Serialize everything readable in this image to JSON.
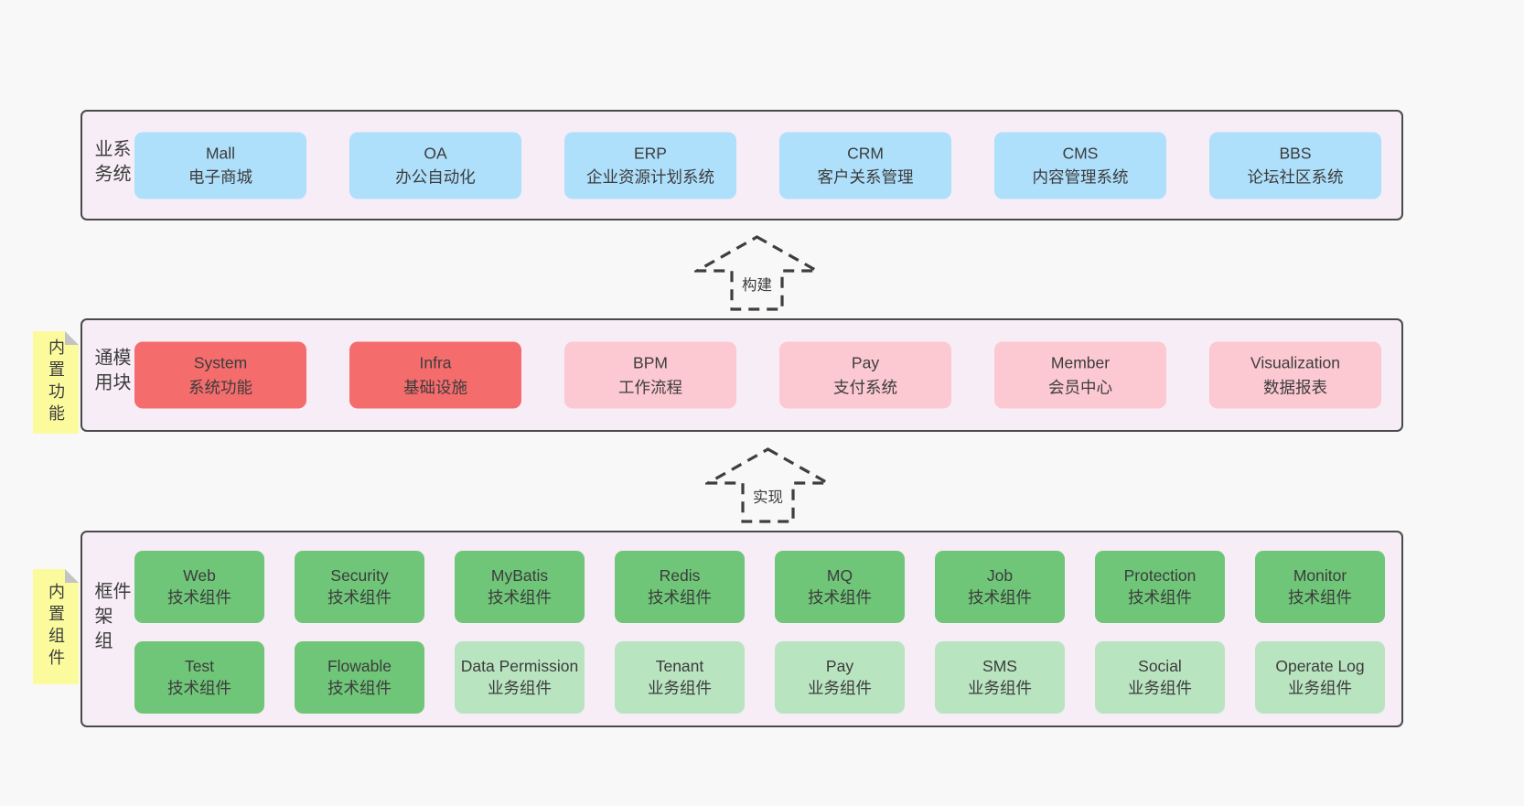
{
  "colors": {
    "page_bg": "#f8f8f8",
    "panel_bg": "#f7edf6",
    "panel_border": "#4a4a4a",
    "blue": "#aedffb",
    "red": "#f56c6c",
    "pink": "#fcc9d2",
    "green": "#6fc678",
    "light_green": "#b9e4c0",
    "note_yellow": "#fbfb9e",
    "note_fold": "#c3c3c3",
    "text": "#3c3c3c",
    "arrow": "#3e3e3e"
  },
  "sections": [
    {
      "label": "业务系统",
      "boxes": [
        {
          "en": "Mall",
          "zh": "电子商城"
        },
        {
          "en": "OA",
          "zh": "办公自动化"
        },
        {
          "en": "ERP",
          "zh": "企业资源计划系统"
        },
        {
          "en": "CRM",
          "zh": "客户关系管理"
        },
        {
          "en": "CMS",
          "zh": "内容管理系统"
        },
        {
          "en": "BBS",
          "zh": "论坛社区系统"
        }
      ]
    },
    {
      "label": "通用模块",
      "note": "内置功能",
      "boxes": [
        {
          "en": "System",
          "zh": "系统功能"
        },
        {
          "en": "Infra",
          "zh": "基础设施"
        },
        {
          "en": "BPM",
          "zh": "工作流程"
        },
        {
          "en": "Pay",
          "zh": "支付系统"
        },
        {
          "en": "Member",
          "zh": "会员中心"
        },
        {
          "en": "Visualization",
          "zh": "数据报表"
        }
      ]
    },
    {
      "label": "框架组件",
      "note": "内置组件",
      "rows": [
        [
          {
            "en": "Web",
            "zh": "技术组件"
          },
          {
            "en": "Security",
            "zh": "技术组件"
          },
          {
            "en": "MyBatis",
            "zh": "技术组件"
          },
          {
            "en": "Redis",
            "zh": "技术组件"
          },
          {
            "en": "MQ",
            "zh": "技术组件"
          },
          {
            "en": "Job",
            "zh": "技术组件"
          },
          {
            "en": "Protection",
            "zh": "技术组件"
          },
          {
            "en": "Monitor",
            "zh": "技术组件"
          }
        ],
        [
          {
            "en": "Test",
            "zh": "技术组件"
          },
          {
            "en": "Flowable",
            "zh": "技术组件"
          },
          {
            "en": "Data Permission",
            "zh": "业务组件"
          },
          {
            "en": "Tenant",
            "zh": "业务组件"
          },
          {
            "en": "Pay",
            "zh": "业务组件"
          },
          {
            "en": "SMS",
            "zh": "业务组件"
          },
          {
            "en": "Social",
            "zh": "业务组件"
          },
          {
            "en": "Operate Log",
            "zh": "业务组件"
          }
        ]
      ]
    }
  ],
  "arrows": [
    {
      "label": "构建"
    },
    {
      "label": "实现"
    }
  ]
}
